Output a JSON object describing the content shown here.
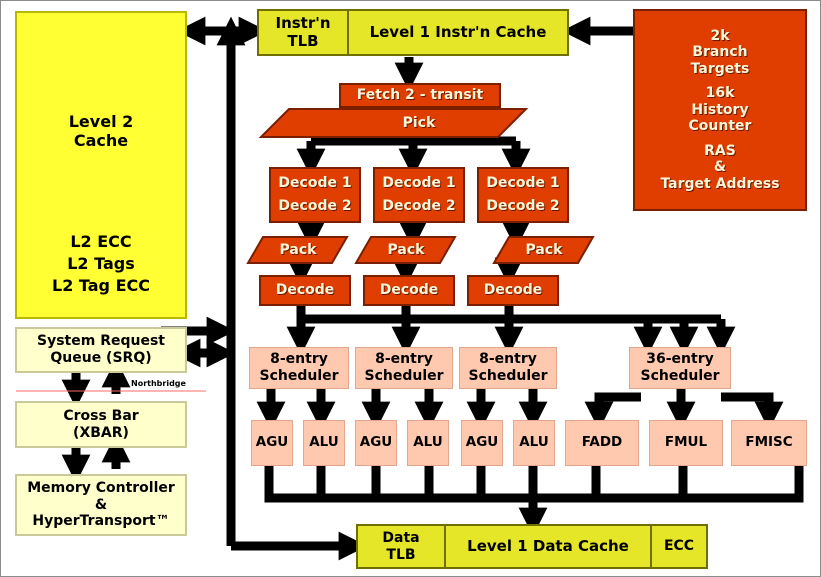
{
  "level2": {
    "title": [
      "Level 2",
      "Cache"
    ],
    "lines": [
      "L2 ECC",
      "L2 Tags",
      "L2 Tag ECC"
    ]
  },
  "srq": [
    "System Request",
    "Queue (SRQ)"
  ],
  "northbridge": "Northbridge",
  "xbar": [
    "Cross Bar",
    "(XBAR)"
  ],
  "memctrl": [
    "Memory Controller",
    "&",
    "HyperTransport™"
  ],
  "itlb": [
    "Instr'n",
    "TLB"
  ],
  "l1i": "Level 1 Instr'n Cache",
  "branch": [
    "2k",
    "Branch",
    "Targets",
    "16k",
    "History",
    "Counter",
    "RAS",
    "&",
    "Target Address"
  ],
  "fetch": "Fetch 2 - transit",
  "pick": "Pick",
  "decode12": [
    "Decode 1",
    "Decode 2"
  ],
  "pack": "Pack",
  "decode": "Decode",
  "sched8": [
    "8-entry",
    "Scheduler"
  ],
  "sched36": [
    "36-entry",
    "Scheduler"
  ],
  "agu": "AGU",
  "alu": "ALU",
  "fadd": "FADD",
  "fmul": "FMUL",
  "fmisc": "FMISC",
  "dtlb": [
    "Data",
    "TLB"
  ],
  "l1d": "Level 1 Data Cache",
  "ecc": "ECC",
  "colors": {
    "yellow": "#ffff33",
    "olive": "#e6e629",
    "red": "#e03e00",
    "cream": "#ffffcc",
    "pink": "#ffc9b0",
    "arrow": "#000000"
  }
}
